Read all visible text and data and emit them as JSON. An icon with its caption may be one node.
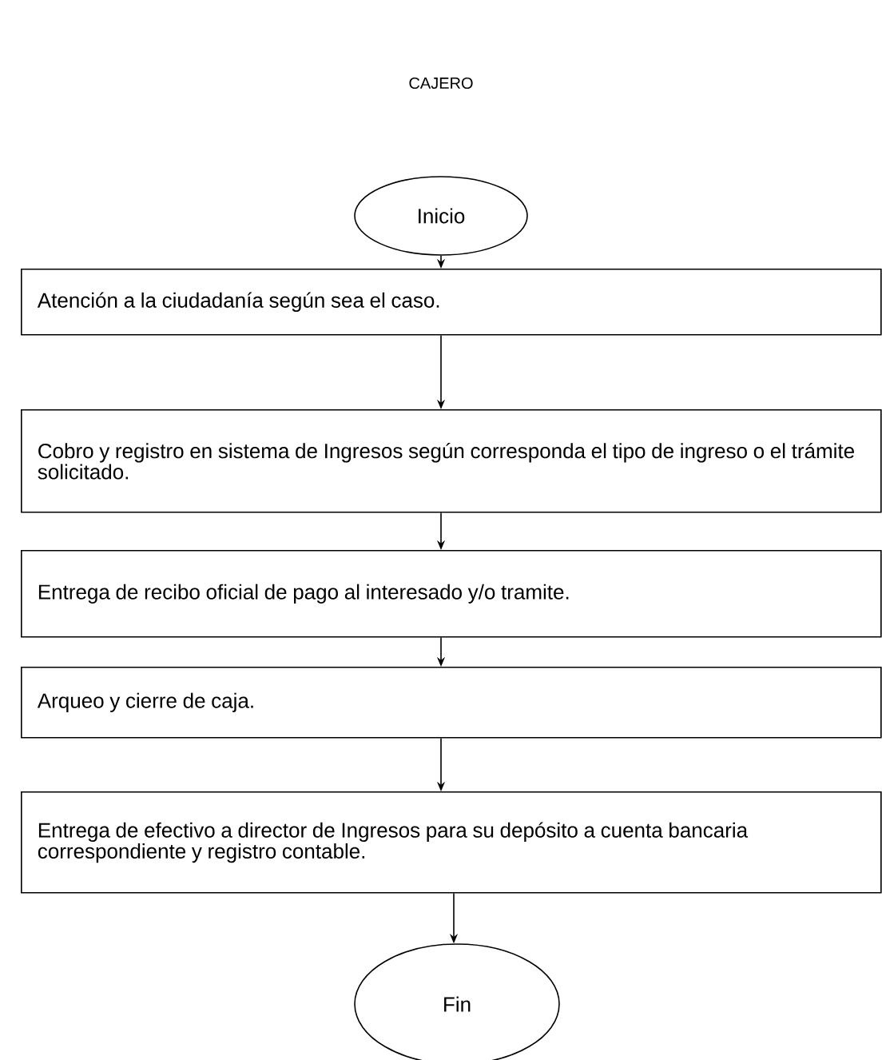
{
  "diagram": {
    "title": "CAJERO",
    "nodes": [
      {
        "text": [
          "Inicio"
        ]
      },
      {
        "text": [
          "Atención a la ciudadanía según sea el caso."
        ]
      },
      {
        "text": [
          "Cobro y registro en sistema de Ingresos según corresponda el tipo de ingreso o el trámite solicitado."
        ]
      },
      {
        "text": [
          "Entrega de recibo oficial de pago al interesado y/o tramite."
        ]
      },
      {
        "text": [
          "Arqueo y cierre de caja."
        ]
      },
      {
        "text": [
          "Entrega de efectivo a director de Ingresos para su depósito a cuenta bancaria correspondiente y registro contable."
        ]
      },
      {
        "text": [
          "Fin"
        ]
      }
    ],
    "edges": [
      {
        "from": 0,
        "to": 1,
        "arrow": "to"
      },
      {
        "from": 1,
        "to": 2,
        "arrow": "to"
      },
      {
        "from": 2,
        "to": 3,
        "arrow": "to"
      },
      {
        "from": 3,
        "to": 4,
        "arrow": "to"
      },
      {
        "from": 4,
        "to": 5,
        "arrow": "to"
      },
      {
        "from": 5,
        "to": 6,
        "arrow": "to"
      }
    ]
  }
}
